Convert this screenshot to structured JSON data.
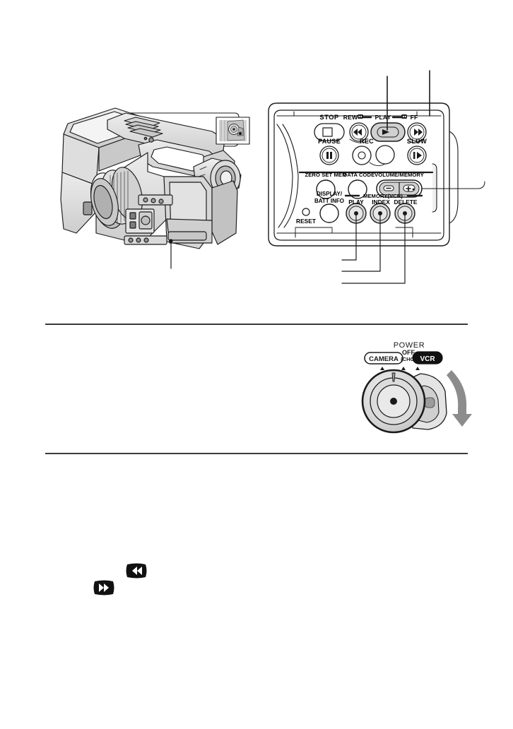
{
  "document": {
    "type": "camcorder-instruction-manual-page",
    "background_color": "#ffffff"
  },
  "figure_camcorder": {
    "name": "camcorder-illustration",
    "description": "Sony digital video camera recorder, three-quarter left view with LCD panel open",
    "callout_box_label": "power-switch-closeup",
    "leader_lines": 3
  },
  "figure_control_panel": {
    "name": "rear-control-panel",
    "title": "",
    "rows": [
      {
        "name": "transport-row",
        "buttons": [
          {
            "label": "STOP",
            "icon": "stop-icon",
            "glyph": "□",
            "highlighted": false
          },
          {
            "label": "REW",
            "icon": "rewind-icon",
            "glyph": "◀◀",
            "highlighted": false
          },
          {
            "label": "PLAY",
            "icon": "play-icon",
            "glyph": "▶",
            "highlighted": true
          },
          {
            "label": "FF",
            "icon": "fast-forward-icon",
            "glyph": "▶▶",
            "highlighted": false
          }
        ]
      },
      {
        "name": "secondary-transport-row",
        "buttons": [
          {
            "label": "PAUSE",
            "icon": "pause-icon",
            "glyph": "‖",
            "highlighted": false
          },
          {
            "label": "REC",
            "icon": "record-icon",
            "glyph": "○",
            "highlighted": false
          },
          {
            "label": "SLOW",
            "icon": "slow-icon",
            "glyph": "‖▶",
            "highlighted": false
          }
        ]
      },
      {
        "name": "memory-row",
        "buttons": [
          {
            "label": "ZERO SET MEM",
            "icon": "zero-set-mem-icon",
            "highlighted": false
          },
          {
            "label": "DATA CODE",
            "icon": "data-code-icon",
            "highlighted": false
          },
          {
            "label": "VOLUME/MEMORY",
            "icon": "volume-memory-rocker-icon",
            "highlighted": false
          }
        ]
      },
      {
        "name": "display-row",
        "buttons": [
          {
            "label": "DISPLAY/",
            "label2": "BATT INFO",
            "icon": "display-batt-info-icon",
            "highlighted": false
          },
          {
            "label": "PLAY",
            "icon": "memory-play-icon",
            "highlighted": false
          },
          {
            "label": "INDEX",
            "icon": "memory-index-icon",
            "highlighted": false
          },
          {
            "label": "DELETE",
            "icon": "memory-delete-icon",
            "highlighted": false
          }
        ]
      }
    ],
    "group_label_memory_vcr": "MEMORY(VCR)",
    "volume_memory_label": "VOLUME/MEMORY",
    "volume_minus": "−",
    "volume_plus": "+",
    "reset_label": "RESET",
    "rew_label": "REW",
    "play_label": "PLAY",
    "ff_label": "FF",
    "stop_label": "STOP",
    "pause_label": "PAUSE",
    "rec_label": "REC",
    "slow_label": "SLOW",
    "zero_set_mem_label": "ZERO SET MEM",
    "data_code_label": "DATA CODE",
    "display_label_line1": "DISPLAY/",
    "display_label_line2": "BATT INFO",
    "mem_play_label": "PLAY",
    "mem_index_label": "INDEX",
    "mem_delete_label": "DELETE"
  },
  "figure_power_switch": {
    "name": "power-switch-diagram",
    "title": "POWER",
    "positions": [
      {
        "label": "CAMERA",
        "style": "outlined",
        "selected": false
      },
      {
        "label": "OFF",
        "sublabel": "(CHG)",
        "style": "plain",
        "selected": false
      },
      {
        "label": "VCR",
        "style": "filled",
        "selected": true
      }
    ],
    "arrow": {
      "name": "rotate-arrow",
      "direction": "down",
      "color": "#8c8c8c"
    }
  },
  "bottom_icons": [
    {
      "name": "rewind-button-icon",
      "glyph": "◀◀",
      "label": "REW"
    },
    {
      "name": "fast-forward-button-icon",
      "glyph": "▶▶",
      "label": "FF"
    }
  ],
  "colors": {
    "line": "#1a1a1a",
    "rule": "#3b3b3b",
    "panel_fill": "#ffffff",
    "button_gray": "#d0d0d0",
    "button_gray_dark": "#b5b5b5",
    "body_gray": "#d9d9d9",
    "body_gray_light": "#ebebeb",
    "body_gray_mid": "#c4c4c4",
    "arrow_gray": "#8c8c8c",
    "black": "#000000"
  }
}
